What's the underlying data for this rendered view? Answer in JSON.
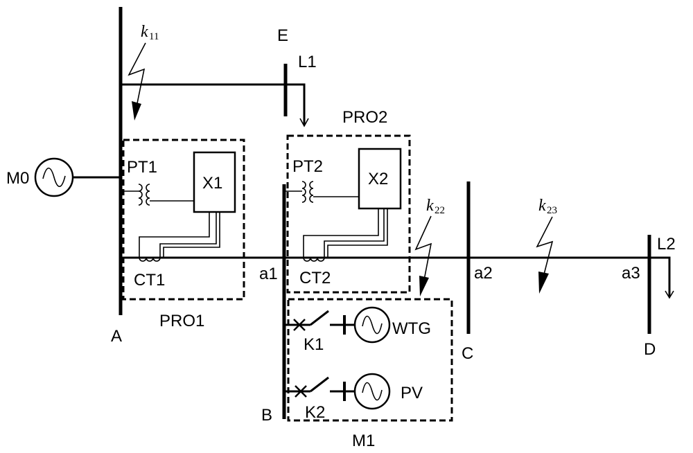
{
  "buses": {
    "A": "A",
    "B": "B",
    "C": "C",
    "D": "D",
    "E": "E"
  },
  "loads": {
    "L1": "L1",
    "L2": "L2"
  },
  "sources": {
    "M0": "M0",
    "WTG": "WTG",
    "PV": "PV"
  },
  "protection": {
    "PRO1": "PRO1",
    "PRO2": "PRO2",
    "M1": "M1",
    "PT1": "PT1",
    "PT2": "PT2",
    "CT1": "CT1",
    "CT2": "CT2",
    "X1": "X1",
    "X2": "X2"
  },
  "switches": {
    "K1": "K1",
    "K2": "K2"
  },
  "points": {
    "a1": "a1",
    "a2": "a2",
    "a3": "a3"
  },
  "faults": {
    "k11": {
      "base": "k",
      "sub": "11"
    },
    "k22": {
      "base": "k",
      "sub": "22"
    },
    "k23": {
      "base": "k",
      "sub": "23"
    }
  }
}
